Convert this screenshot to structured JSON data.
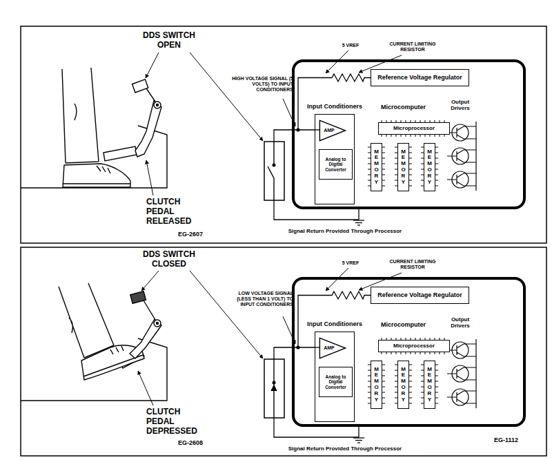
{
  "diagram": {
    "nodes": [
      {
        "text": [
          "Reference Voltage Regulator"
        ]
      },
      {
        "text": [
          "Input Conditioners"
        ]
      },
      {
        "text": [
          "AMP"
        ],
        "in": 1
      },
      {
        "text": [
          "Analog to Digital Converter"
        ],
        "in": 1
      },
      {
        "text": [
          "Microprocessor"
        ]
      },
      {
        "text": [
          "MEMORY"
        ]
      },
      {
        "text": [
          "MEMORY"
        ]
      },
      {
        "text": [
          "MEMORY"
        ]
      },
      {
        "text": [
          "Reference Voltage Regulator"
        ]
      },
      {
        "text": [
          "Input Conditioners"
        ]
      },
      {
        "text": [
          "AMP"
        ],
        "in": 9
      },
      {
        "text": [
          "Analog to Digital Converter"
        ],
        "in": 9
      },
      {
        "text": [
          "Microprocessor"
        ]
      },
      {
        "text": [
          "MEMORY"
        ]
      },
      {
        "text": [
          "MEMORY"
        ]
      },
      {
        "text": [
          "MEMORY"
        ]
      }
    ],
    "edges": [
      {
        "from": 0,
        "to": 1,
        "arrow": "none"
      },
      {
        "from": 8,
        "to": 9,
        "arrow": "none"
      }
    ],
    "labels": [
      "DDS SWITCH OPEN",
      "5 VREF",
      "CURRENT LIMITING RESISTOR",
      "HIGH VOLTAGE SIGNAL (5 VOLTS) TO INPUT CONDITIONERS",
      "Microcomputer",
      "Output Drivers",
      "CLUTCH PEDAL RELEASED",
      "Signal Return Provided Through Processor",
      "EG-2607",
      "DDS SWITCH CLOSED",
      "5 VREF",
      "CURRENT LIMITING RESISTOR",
      "LOW VOLTAGE SIGNAL (LESS THAN 1 VOLT) TO INPUT CONDITIONERS",
      "Microcomputer",
      "Output Drivers",
      "CLUTCH PEDAL DEPRESSED",
      "EG-2608",
      "Signal Return Provided Through Processor",
      "EG-1112"
    ]
  }
}
